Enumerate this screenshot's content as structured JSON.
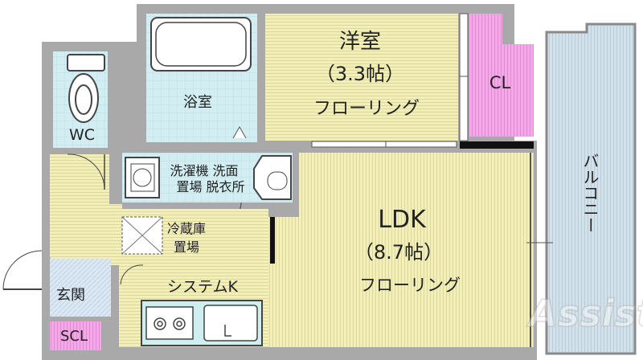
{
  "rooms": {
    "western_room": {
      "name": "洋室",
      "size": "（3.3帖）",
      "floor": "フローリング"
    },
    "ldk": {
      "name": "LDK",
      "size": "（8.7帖）",
      "floor": "フローリング"
    },
    "closet": "CL",
    "bathroom": "浴室",
    "toilet": "WC",
    "washroom_line1": "洗濯機 洗面",
    "washroom_line2": "置場 脱衣所",
    "fridge_line1": "冷蔵庫",
    "fridge_line2": "置場",
    "kitchen": "システムK",
    "entrance": "玄関",
    "shoe_closet": "SCL",
    "balcony": "バルコニー"
  },
  "watermark": "Assist",
  "colors": {
    "wall": "#a9a9a9",
    "wood_floor": "#f3efb9",
    "wet_area": "#d3eef2",
    "closet": "#f5a8e8",
    "balcony": "#d3e1ea",
    "kitchen_counter": "#cfeef0"
  }
}
